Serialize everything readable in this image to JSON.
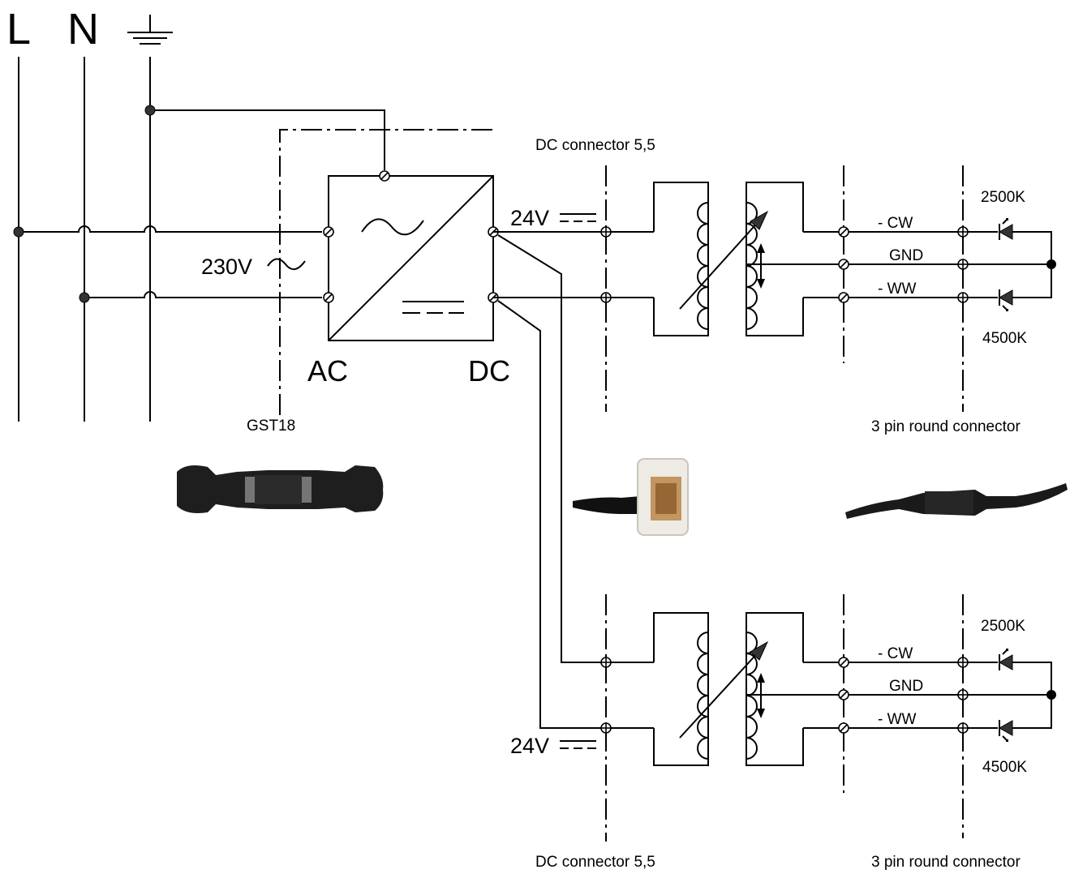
{
  "supply": {
    "line_label": "L",
    "neutral_label": "N"
  },
  "mains": {
    "voltage_label": "230V"
  },
  "psu": {
    "ac_label": "AC",
    "dc_label": "DC"
  },
  "gst_connector": {
    "label": "GST18"
  },
  "branch_top": {
    "voltage_label": "24V",
    "dc_connector_label": "DC connector 5,5",
    "round_connector_label": "3 pin round connector",
    "cw_label": "- CW",
    "gnd_label": "GND",
    "ww_label": "- WW",
    "led_top_label": "2500K",
    "led_bottom_label": "4500K"
  },
  "branch_bottom": {
    "voltage_label": "24V",
    "dc_connector_label": "DC connector 5,5",
    "round_connector_label": "3 pin round connector",
    "cw_label": "- CW",
    "gnd_label": "GND",
    "ww_label": "- WW",
    "led_top_label": "2500K",
    "led_bottom_label": "4500K"
  },
  "colors": {
    "line": "#000000",
    "node": "#333333",
    "connector_body": "#1e1e1e",
    "dc_plug_body": "#eeebe4",
    "dc_plug_contacts": "#b8874a"
  }
}
